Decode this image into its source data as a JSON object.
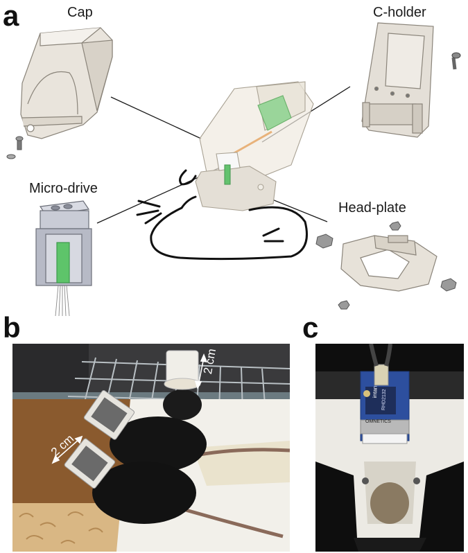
{
  "panels": {
    "a": "a",
    "b": "b",
    "c": "c"
  },
  "parts": {
    "cap": "Cap",
    "c_holder": "C-holder",
    "micro_drive": "Micro-drive",
    "head_plate": "Head-plate"
  },
  "scale_bars": {
    "vertical": "2 cm",
    "diagonal": "2 cm"
  },
  "board_text": {
    "brand": "intan",
    "chip": "RHD2132",
    "connector": "OMNETICS"
  },
  "colors": {
    "part_fill": "#e9e4dc",
    "part_edge": "#8a847a",
    "drive_body": "#c9ccd6",
    "electrode_green": "#5ec46a",
    "pcb_blue": "#2d4f9e"
  }
}
